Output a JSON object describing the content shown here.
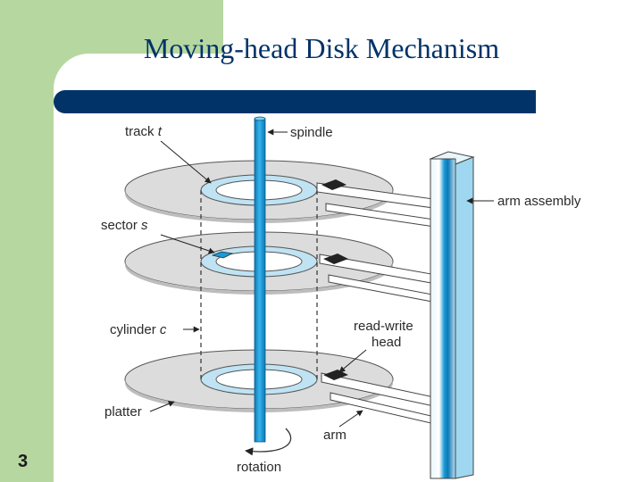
{
  "slide": {
    "title": "Moving-head Disk Mechanism",
    "page_number": "3"
  },
  "diagram": {
    "labels": {
      "track_prefix": "track ",
      "track_var": "t",
      "spindle": "spindle",
      "arm_assembly": "arm assembly",
      "sector_prefix": "sector ",
      "sector_var": "s",
      "cylinder_prefix": "cylinder ",
      "cylinder_var": "c",
      "read_write_line1": "read-write",
      "read_write_line2": "head",
      "platter": "platter",
      "arm": "arm",
      "rotation": "rotation"
    }
  },
  "colors": {
    "background_green": "#b7d7a1",
    "title_navy": "#013368",
    "spindle_blue": "#1a9ad6",
    "sector_highlight": "#1a9ad6",
    "track_ring": "#bfe3f3",
    "platter_gray": "#dcdcdc"
  }
}
